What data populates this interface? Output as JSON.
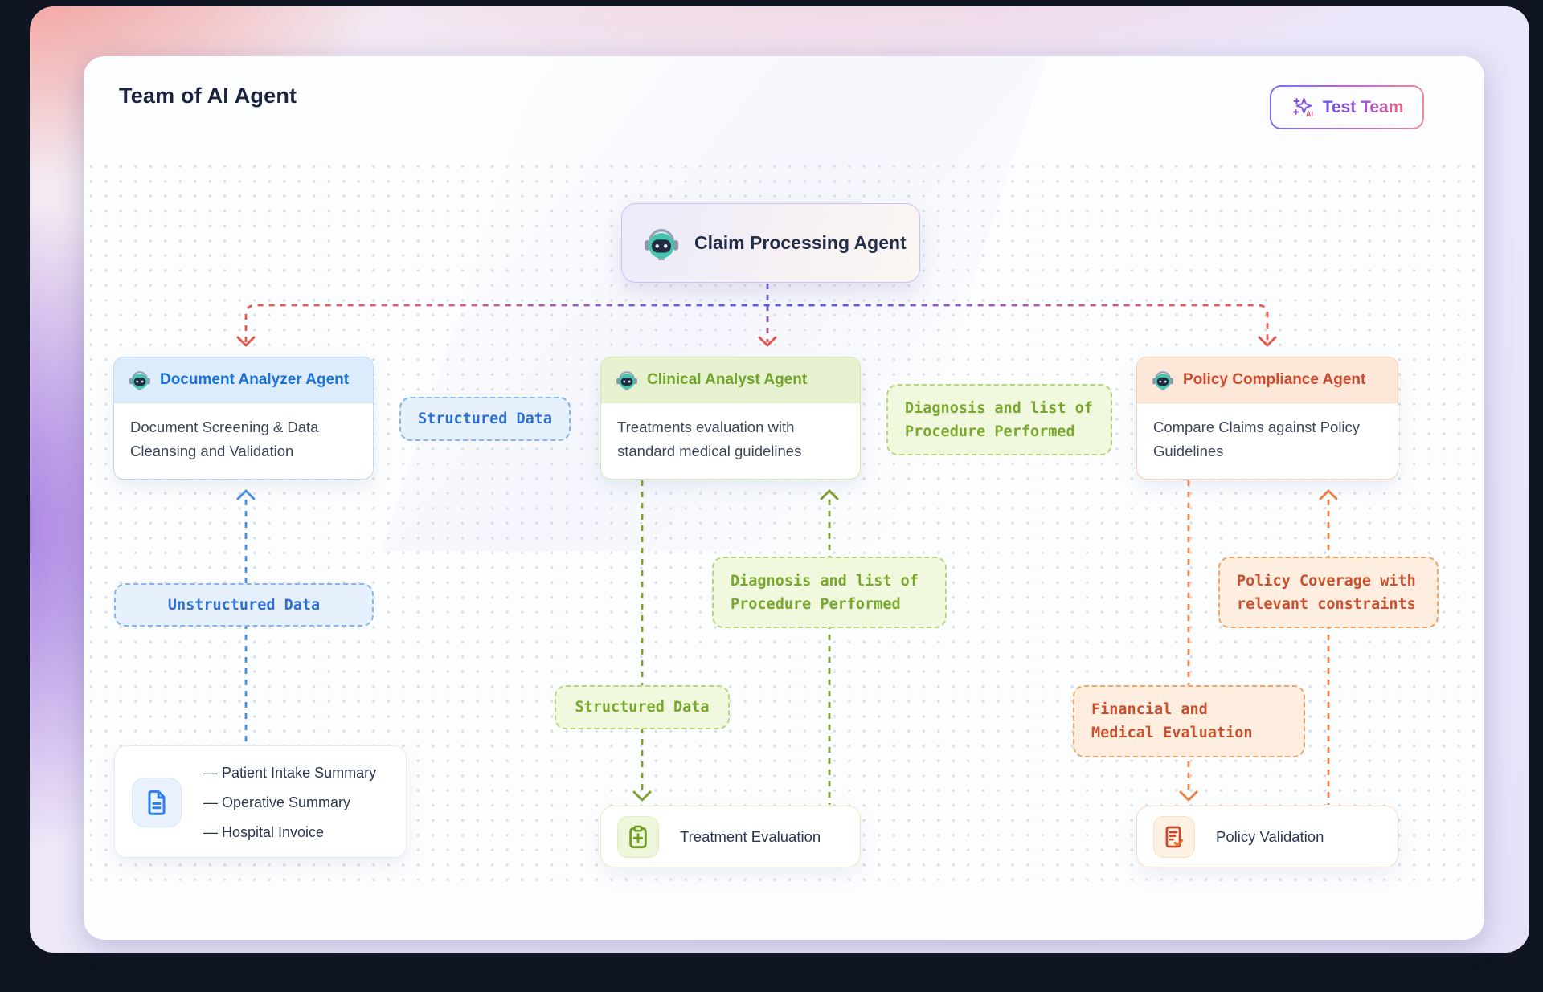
{
  "page": {
    "title": "Team of AI Agent"
  },
  "header": {
    "test_team_label": "Test Team"
  },
  "claim_agent": {
    "title": "Claim Processing Agent",
    "icon": "robot-icon"
  },
  "agents": [
    {
      "title": "Document Analyzer Agent",
      "description": "Document Screening & Data Cleansing and Validation",
      "accent_color": "#1b72d9",
      "icon": "robot-icon"
    },
    {
      "title": "Clinical Analyst Agent",
      "description": "Treatments evaluation with standard medical guidelines",
      "accent_color": "#74a32c",
      "icon": "robot-icon"
    },
    {
      "title": "Policy Compliance Agent",
      "description": "Compare Claims against Policy Guidelines",
      "accent_color": "#cd4a2d",
      "icon": "robot-icon"
    }
  ],
  "labels": {
    "structured_blue": "Structured Data",
    "unstructured_blue": "Unstructured Data",
    "diagnosis_right": [
      "Diagnosis and list of",
      "Procedure Performed"
    ],
    "diagnosis_mid": [
      "Diagnosis and list of",
      "Procedure Performed"
    ],
    "policy_coverage": [
      "Policy Coverage with",
      "relevant constraints"
    ],
    "structured_green": "Structured Data",
    "financial": [
      "Financial and",
      "Medical Evaluation"
    ]
  },
  "documents": {
    "icon": "document-icon",
    "items": [
      "— Patient Intake Summary",
      "— Operative Summary",
      "— Hospital Invoice"
    ]
  },
  "outputs": {
    "treatment_label": "Treatment Evaluation",
    "treatment_icon": "clipboard-plus-icon",
    "policy_label": "Policy Validation",
    "policy_icon": "document-check-icon"
  },
  "colors": {
    "blue_accent": "#2e6fd6",
    "green_accent": "#79a72e",
    "orange_accent": "#c8502f",
    "connector_red": "#e2574b",
    "connector_purple": "#6f5bd8",
    "connector_blue": "#4a8fe0",
    "connector_olive": "#7e9e2d",
    "connector_orange": "#ee8040"
  }
}
